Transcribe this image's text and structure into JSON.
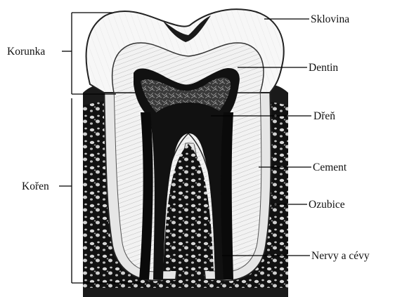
{
  "labels": {
    "korunka": "Korunka",
    "koren": "Kořen",
    "sklovina": "Sklovina",
    "dentin": "Dentin",
    "dren": "Dřeň",
    "cement": "Cement",
    "ozubice": "Ozubice",
    "nervy": "Nervy a cévy"
  }
}
